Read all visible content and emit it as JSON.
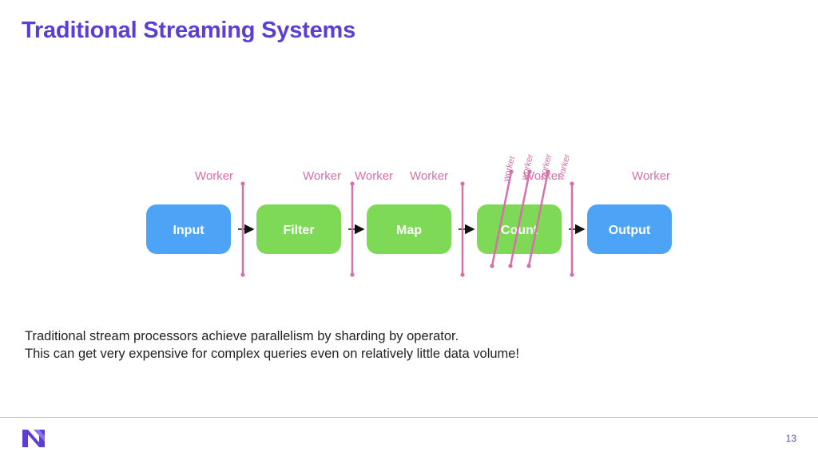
{
  "slide": {
    "title": "Traditional Streaming Systems",
    "caption_lines": [
      "Traditional stream processors achieve parallelism by sharding by operator.",
      "This can get very expensive for complex queries even on relatively little data volume!"
    ],
    "page_number": "13"
  },
  "diagram": {
    "nodes": [
      {
        "label": "Input",
        "color": "#4da3f5"
      },
      {
        "label": "Filter",
        "color": "#7ed957"
      },
      {
        "label": "Map",
        "color": "#7ed957"
      },
      {
        "label": "Count",
        "color": "#7ed957"
      },
      {
        "label": "Output",
        "color": "#4da3f5"
      }
    ],
    "worker_labels": [
      "Worker",
      "Worker",
      "Worker",
      "Worker",
      "Worker",
      "Worker"
    ],
    "sub_worker_labels": [
      "worker",
      "worker",
      "worker",
      "worker"
    ],
    "divider_color": "#d670a8"
  },
  "icons": {
    "logo": "brand-logo-icon"
  }
}
